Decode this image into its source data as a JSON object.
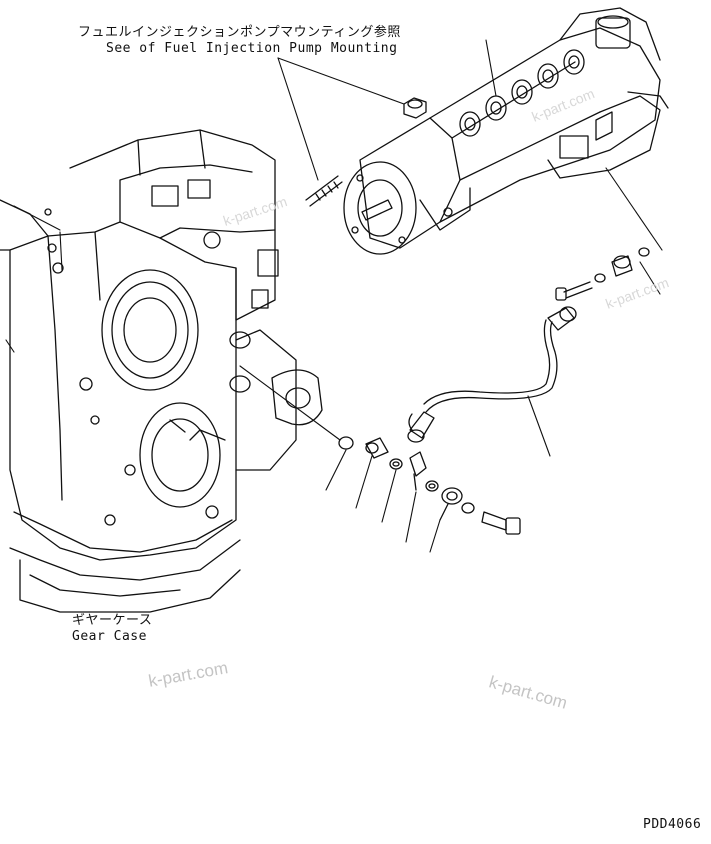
{
  "labels": {
    "fuel_pump_ref_jp": "フュエルインジェクションポンプマウンティング参照",
    "fuel_pump_ref_en": "See of Fuel Injection Pump Mounting",
    "gear_case_jp": "ギヤーケース",
    "gear_case_en": "Gear Case",
    "drawing_code": "PDD4066"
  },
  "watermarks": [
    "k-part.com",
    "k-part.com",
    "k-part.com",
    "k-part.com",
    "k-part.com"
  ],
  "colors": {
    "line": "#111111",
    "watermark": "#c4c4c4"
  }
}
